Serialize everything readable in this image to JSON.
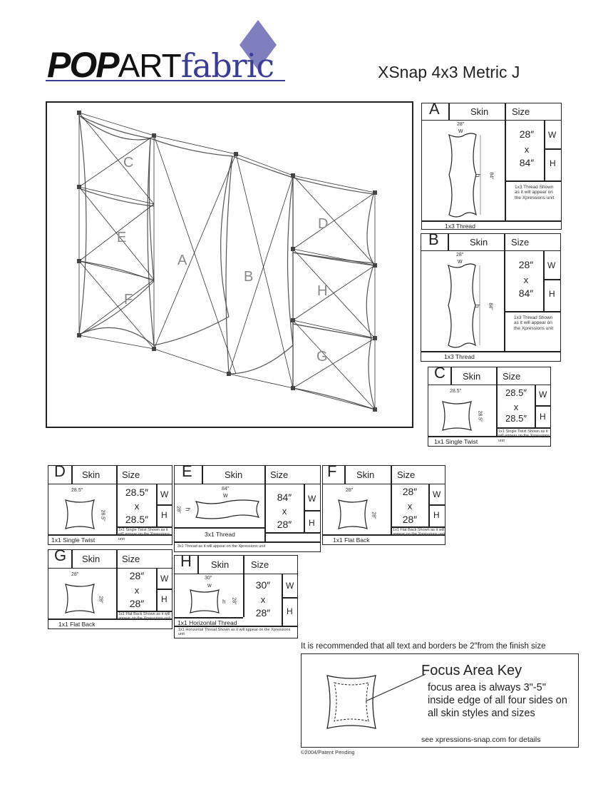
{
  "brand": {
    "pop": "POP",
    "art": "ART",
    "fabric": "fabric"
  },
  "title": "XSnap 4x3 Metric  J",
  "overview_labels": [
    "C",
    "E",
    "F",
    "A",
    "B",
    "D",
    "H",
    "G"
  ],
  "cards": [
    {
      "id": "A",
      "skin": "Skin",
      "size": "Size",
      "w_dim": "28″",
      "x": "x",
      "h_dim": "84″",
      "w": "W",
      "h": "H",
      "top_dim": "28″",
      "side_dim": "84″",
      "w_mark": "w",
      "h_mark": "h",
      "type": "1x3 Thread",
      "note": "1x3 Thread Shown as it will appear on the Xpressions unit"
    },
    {
      "id": "B",
      "skin": "Skin",
      "size": "Size",
      "w_dim": "28″",
      "x": "x",
      "h_dim": "84″",
      "w": "W",
      "h": "H",
      "top_dim": "28″",
      "side_dim": "84″",
      "w_mark": "w",
      "h_mark": "h",
      "type": "1x3 Thread",
      "note": "1x3 Thread Shown as it will appear on the Xpressions unit"
    },
    {
      "id": "C",
      "skin": "Skin",
      "size": "Size",
      "w_dim": "28.5″",
      "x": "x",
      "h_dim": "28.5″",
      "w": "W",
      "h": "H",
      "top_dim": "28.5″",
      "side_dim": "28.5″",
      "type": "1x1 Single Twist",
      "note": "1x1 Single Twist Shown as it will appear on the Xpressions unit"
    },
    {
      "id": "D",
      "skin": "Skin",
      "size": "Size",
      "w_dim": "28.5″",
      "x": "x",
      "h_dim": "28.5″",
      "w": "W",
      "h": "H",
      "top_dim": "28.5″",
      "side_dim": "28.5″",
      "type": "1x1 Single Twist",
      "note": "1x1 Single Twist Shown as it will appear on the Xpressions unit"
    },
    {
      "id": "E",
      "skin": "Skin",
      "size": "Size",
      "w_dim": "84″",
      "x": "x",
      "h_dim": "28″",
      "w": "W",
      "h": "H",
      "top_dim": "84″",
      "side_dim": "28″",
      "w_mark": "w",
      "h_mark": "h",
      "type": "3x1 Thread",
      "note": "3x1 Thread as it will appear on the Xpressions unit"
    },
    {
      "id": "F",
      "skin": "Skin",
      "size": "Size",
      "w_dim": "28″",
      "x": "x",
      "h_dim": "28″",
      "w": "W",
      "h": "H",
      "top_dim": "28″",
      "side_dim": "28″",
      "type": "1x1 Flat Back",
      "note": "1x1 Flat Back Shown as it will appear on the Xpressions unit"
    },
    {
      "id": "G",
      "skin": "Skin",
      "size": "Size",
      "w_dim": "28″",
      "x": "x",
      "h_dim": "28″",
      "w": "W",
      "h": "H",
      "top_dim": "28″",
      "side_dim": "28″",
      "type": "1x1 Flat Back",
      "note": "1x1 Flat Back Shown as it will appear on the Xpressions unit"
    },
    {
      "id": "H",
      "skin": "Skin",
      "size": "Size",
      "w_dim": "30″",
      "x": "x",
      "h_dim": "28″",
      "w": "W",
      "h": "H",
      "top_dim": "30″",
      "side_dim": "28″",
      "w_mark": "w",
      "h_mark": "h",
      "type": "1x1 Horizontal Thread",
      "note": "1x1 Horizontal Thread Shown as it will appear on the Xpressions unit"
    }
  ],
  "recommendation": "It is recommended that all text and borders be 2″from the finish size",
  "focus": {
    "title": "Focus Area Key",
    "body": "focus area is always 3\"-5\" inside edge of all four sides on all skin styles and sizes",
    "see": "see xpressions-snap.com for details"
  },
  "copyright": "©2004/Patent Pending",
  "colors": {
    "brand_blue": "#3a3d96",
    "diamond": "#7f7fbf",
    "line": "#222222"
  }
}
